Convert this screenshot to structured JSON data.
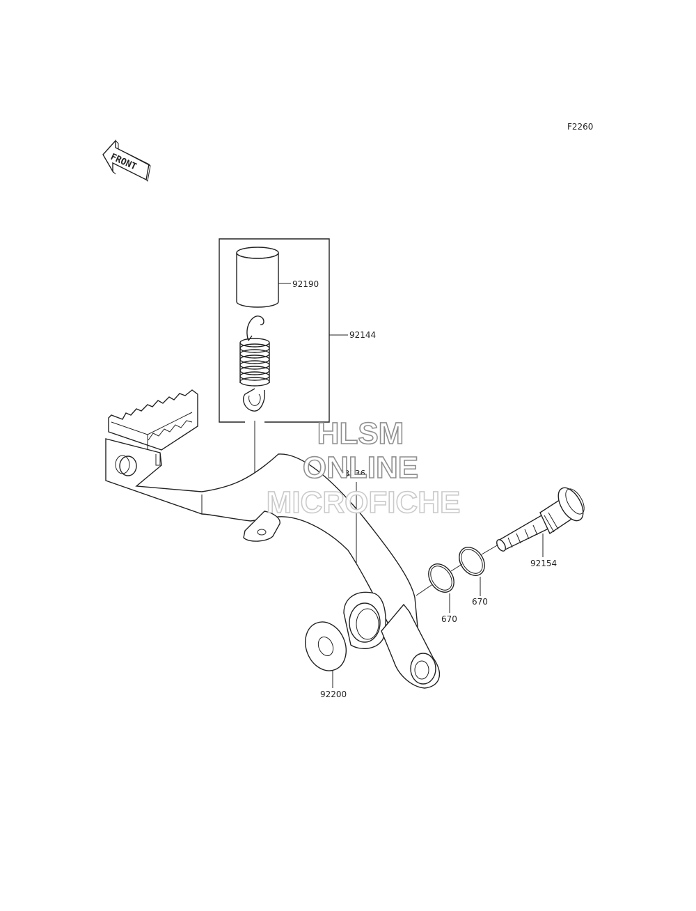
{
  "figure": {
    "id": "F2260",
    "front_label": "FRONT"
  },
  "parts": [
    {
      "number": "92190"
    },
    {
      "number": "92144"
    },
    {
      "number": "13236"
    },
    {
      "number": "92154"
    },
    {
      "number": "670"
    },
    {
      "number": "670"
    },
    {
      "number": "92200"
    }
  ],
  "watermark": {
    "line1": "HLSM",
    "line2": "ONLINE",
    "line3": "MICROFICHE"
  }
}
